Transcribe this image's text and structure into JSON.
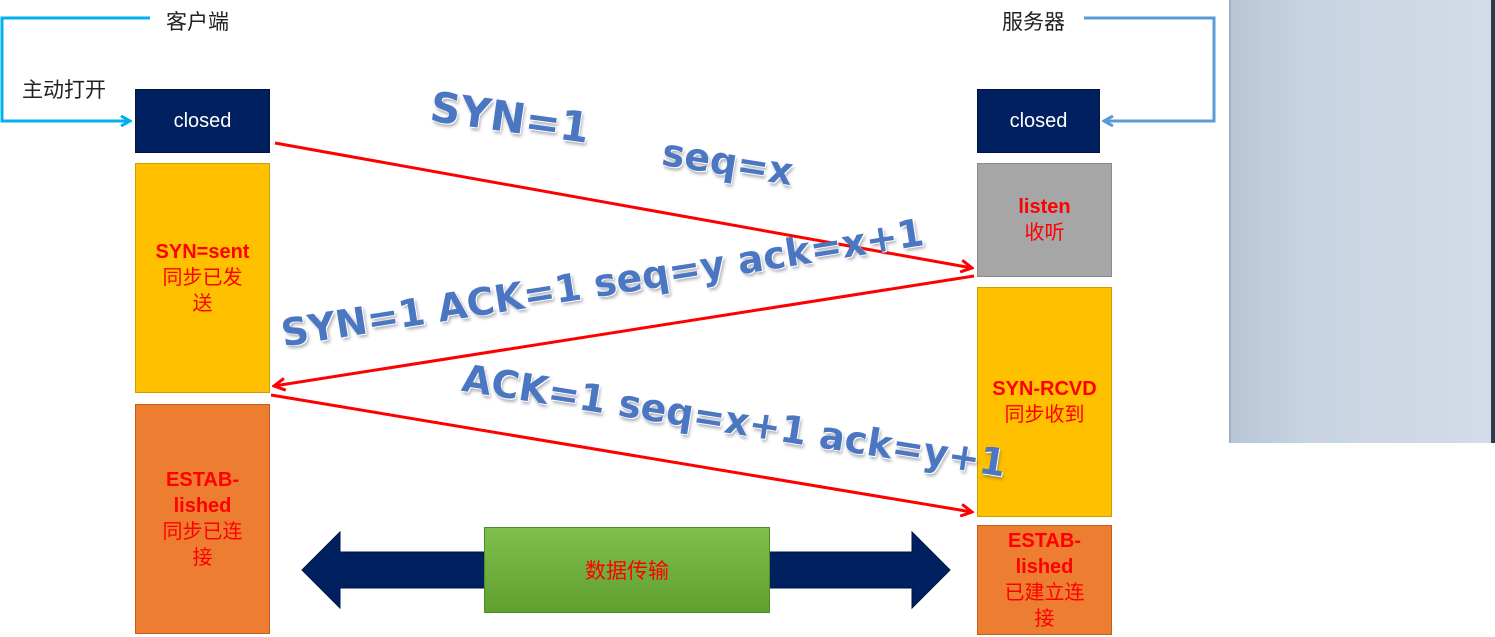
{
  "client": {
    "title": "客户端",
    "active_open": "主动打开"
  },
  "server": {
    "title": "服务器"
  },
  "states": {
    "client_closed": "closed",
    "server_closed": "closed",
    "syn_sent": {
      "en": "SYN=sent",
      "cn_line1": "同步已发",
      "cn_line2": "送"
    },
    "client_established": {
      "en_line1": "ESTAB-",
      "en_line2": "lished",
      "cn_line1": "同步已连",
      "cn_line2": "接"
    },
    "listen": {
      "en": "listen",
      "cn": "收听"
    },
    "syn_rcvd": {
      "en": "SYN-RCVD",
      "cn": "同步收到"
    },
    "server_established": {
      "en_line1": "ESTAB-",
      "en_line2": "lished",
      "cn_line1": "已建立连",
      "cn_line2": "接"
    }
  },
  "messages": {
    "msg1_flag": "SYN=1",
    "msg1_seq": "seq=x",
    "msg2": "SYN=1 ACK=1 seq=y ack=x+1",
    "msg3": "ACK=1 seq=x+1 ack=y+1"
  },
  "data_transfer": "数据传输",
  "colors": {
    "closed_bg": "#002060",
    "state_yellow": "#ffc000",
    "state_orange": "#ed7d31",
    "state_gray": "#a6a6a6",
    "state_text": "#ff0000",
    "arrow_red": "#ff0000",
    "wordart_blue": "#4a76c2",
    "transfer_green": "#70ad47",
    "double_arrow": "#002060",
    "client_connector": "#00b0f0",
    "server_connector": "#5b9bd5"
  }
}
